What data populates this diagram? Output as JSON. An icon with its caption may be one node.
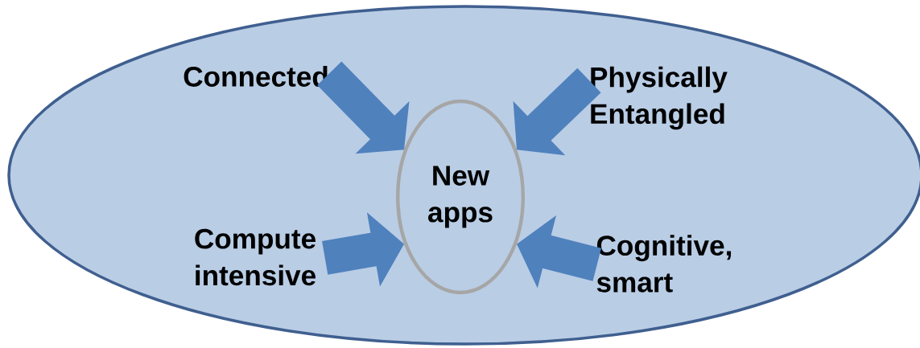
{
  "diagram": {
    "nodes": [
      {
        "text": [],
        "shape": "ellipse"
      },
      {
        "text": [
          "Connected"
        ],
        "in": 0
      },
      {
        "text": [
          "Physically Entangled"
        ],
        "in": 0
      },
      {
        "text": [
          "New apps"
        ],
        "in": 0
      },
      {
        "text": [
          "Compute intensive"
        ],
        "in": 0
      },
      {
        "text": [
          "Cognitive, smart"
        ],
        "in": 0
      }
    ],
    "edges": [
      {
        "from": 1,
        "to": 3,
        "arrow": "to"
      },
      {
        "from": 2,
        "to": 3,
        "arrow": "to"
      },
      {
        "from": 4,
        "to": 3,
        "arrow": "to"
      },
      {
        "from": 5,
        "to": 3,
        "arrow": "to"
      }
    ]
  }
}
